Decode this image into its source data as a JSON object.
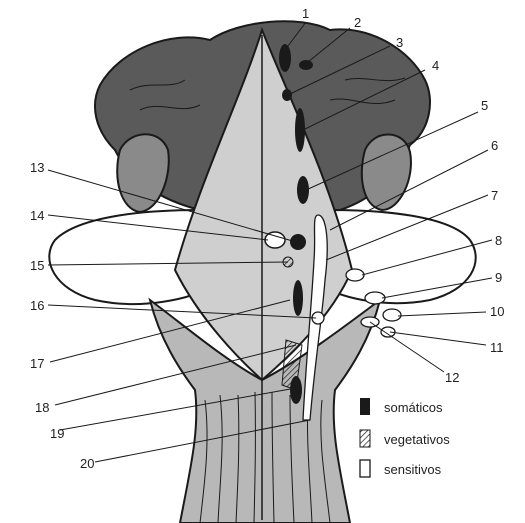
{
  "figure": {
    "numbers": [
      "1",
      "2",
      "3",
      "4",
      "5",
      "6",
      "7",
      "8",
      "9",
      "10",
      "11",
      "12",
      "13",
      "14",
      "15",
      "16",
      "17",
      "18",
      "19",
      "20"
    ]
  },
  "legend": {
    "somatic": "somáticos",
    "vegetative": "vegetativos",
    "sensory": "sensitivos"
  },
  "colors": {
    "ink": "#1a1a1a",
    "paper": "#ffffff",
    "shade": "#d8d8d8"
  }
}
